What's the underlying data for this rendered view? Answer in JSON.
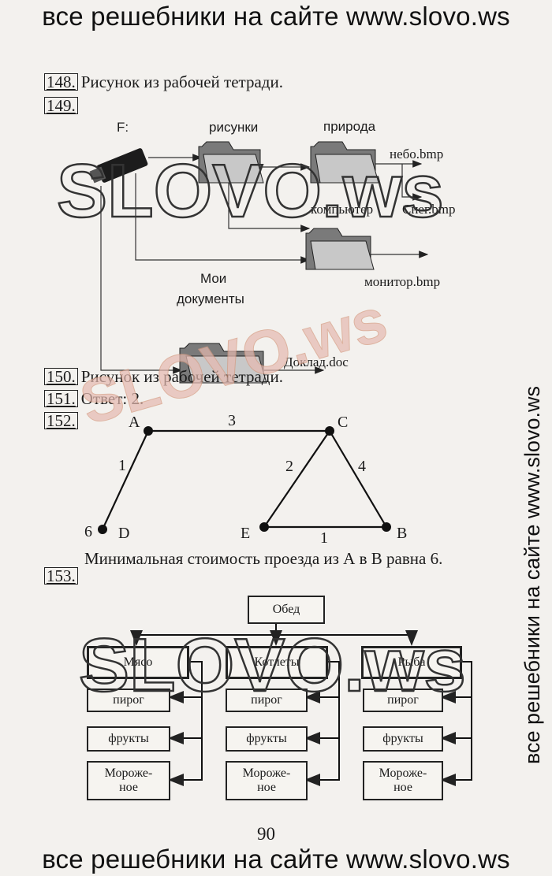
{
  "banners": {
    "top": "все решебники на сайте www.slovo.ws",
    "bottom": "все решебники на сайте www.slovo.ws",
    "side": "все решебники на сайте www.slovo.ws"
  },
  "watermark": {
    "text": "SLOVO.ws"
  },
  "exercises": {
    "e148": {
      "num": "148.",
      "text": "Рисунок из рабочей тетради."
    },
    "e149": {
      "num": "149."
    },
    "e150": {
      "num": "150.",
      "text": "Рисунок из рабочей тетради."
    },
    "e151": {
      "num": "151.",
      "text": "Ответ: 2."
    },
    "e152": {
      "num": "152."
    },
    "e153": {
      "num": "153."
    }
  },
  "tree149": {
    "drive": "F:",
    "folder_pictures": "рисунки",
    "folder_nature": "природа",
    "file_sky": "небо.bmp",
    "folder_computer": "компьютер",
    "file_snow": "Снег.bmp",
    "file_monitor": "монитор.bmp",
    "folder_mydocs_line1": "Мои",
    "folder_mydocs_line2": "документы",
    "file_report": "Доклад.doc"
  },
  "graph152": {
    "nodes": {
      "A": "A",
      "B": "B",
      "C": "C",
      "D": "D",
      "E": "E"
    },
    "edge_weights": {
      "AC": "3",
      "AD": "1",
      "CE": "2",
      "CB": "4",
      "EB": "1"
    },
    "d_extra": "6",
    "answer": "Минимальная стоимость проезда из А в В равна 6."
  },
  "tree153": {
    "root": "Обед",
    "columns": [
      {
        "title": "Мясо",
        "items": [
          "пирог",
          "фрукты",
          "Мороже-\nное"
        ]
      },
      {
        "title": "Котлеты",
        "items": [
          "пирог",
          "фрукты",
          "Мороже-\nное"
        ]
      },
      {
        "title": "Рыба",
        "items": [
          "пирог",
          "фрукты",
          "Мороже-\nное"
        ]
      }
    ]
  },
  "page_number": "90",
  "colors": {
    "ink": "#1b1b1b",
    "paper": "#f3f1ee",
    "watermark_pink": "#e6b9b0"
  }
}
